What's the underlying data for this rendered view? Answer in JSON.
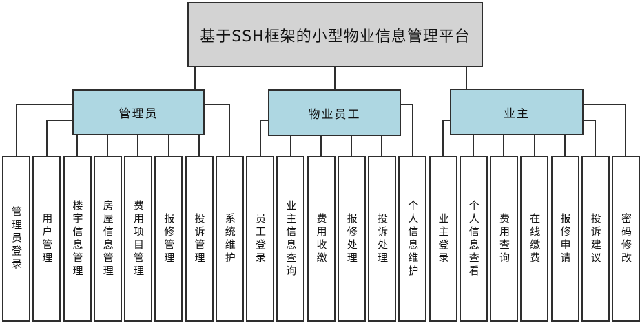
{
  "diagram": {
    "title": "基于SSH框架的小型物业信息管理平台",
    "type": "hierarchy-structure-chart",
    "colors": {
      "title_fill": "#d3d3d3",
      "branch_fill": "#aed7e2",
      "leaf_fill": "#ffffff",
      "border": "#2e2e2e",
      "line": "#2e2e2e",
      "text": "#111111"
    },
    "branches": [
      {
        "label": "管理员",
        "children": [
          "管理员登录",
          "用户管理",
          "楼宇信息管理",
          "房屋信息管理",
          "费用项目管理",
          "报修管理",
          "投诉管理",
          "系统维护"
        ]
      },
      {
        "label": "物业员工",
        "children": [
          "员工登录",
          "业主信息查询",
          "费用收缴",
          "报修处理",
          "投诉处理",
          "个人信息维护"
        ]
      },
      {
        "label": "业主",
        "children": [
          "业主登录",
          "个人信息查看",
          "费用查询",
          "在线缴费",
          "报修申请",
          "投诉建议",
          "密码修改"
        ]
      }
    ]
  }
}
